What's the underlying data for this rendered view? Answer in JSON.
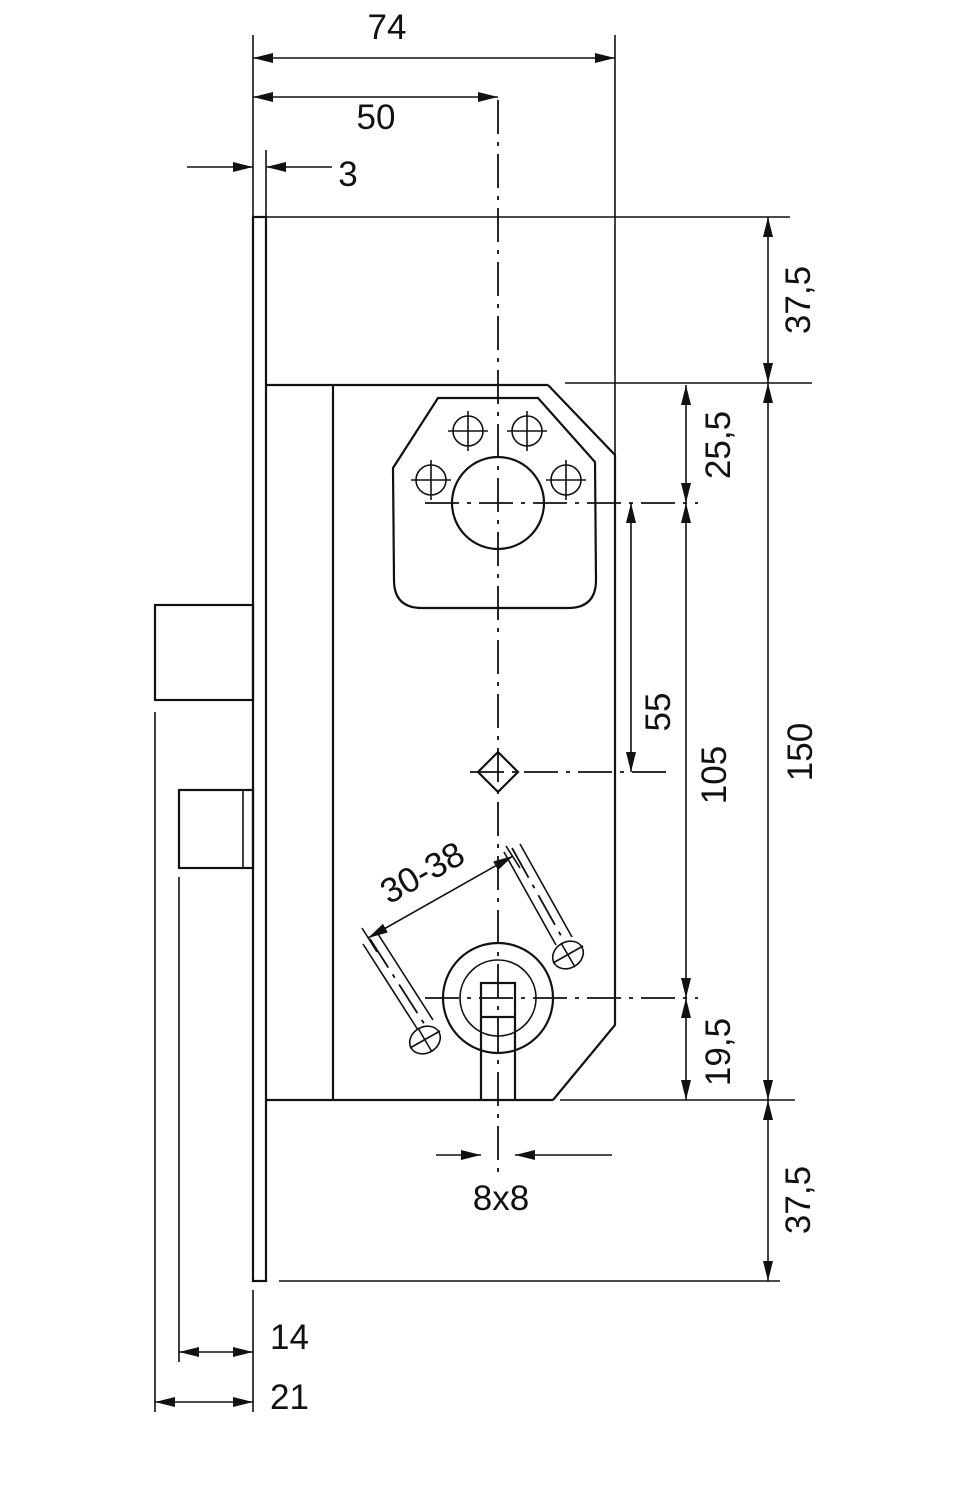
{
  "dimensions": {
    "top_width": "74",
    "backset": "50",
    "faceplate_thickness": "3",
    "top_offset": "37,5",
    "cylinder_offset": "25,5",
    "center_distance_short": "55",
    "center_distance_long": "105",
    "case_height": "150",
    "bottom_spindle_offset": "19,5",
    "bottom_offset": "37,5",
    "spindle_size": "8x8",
    "angle_range": "30-38",
    "bolt_projection_1": "14",
    "bolt_projection_2": "21"
  }
}
